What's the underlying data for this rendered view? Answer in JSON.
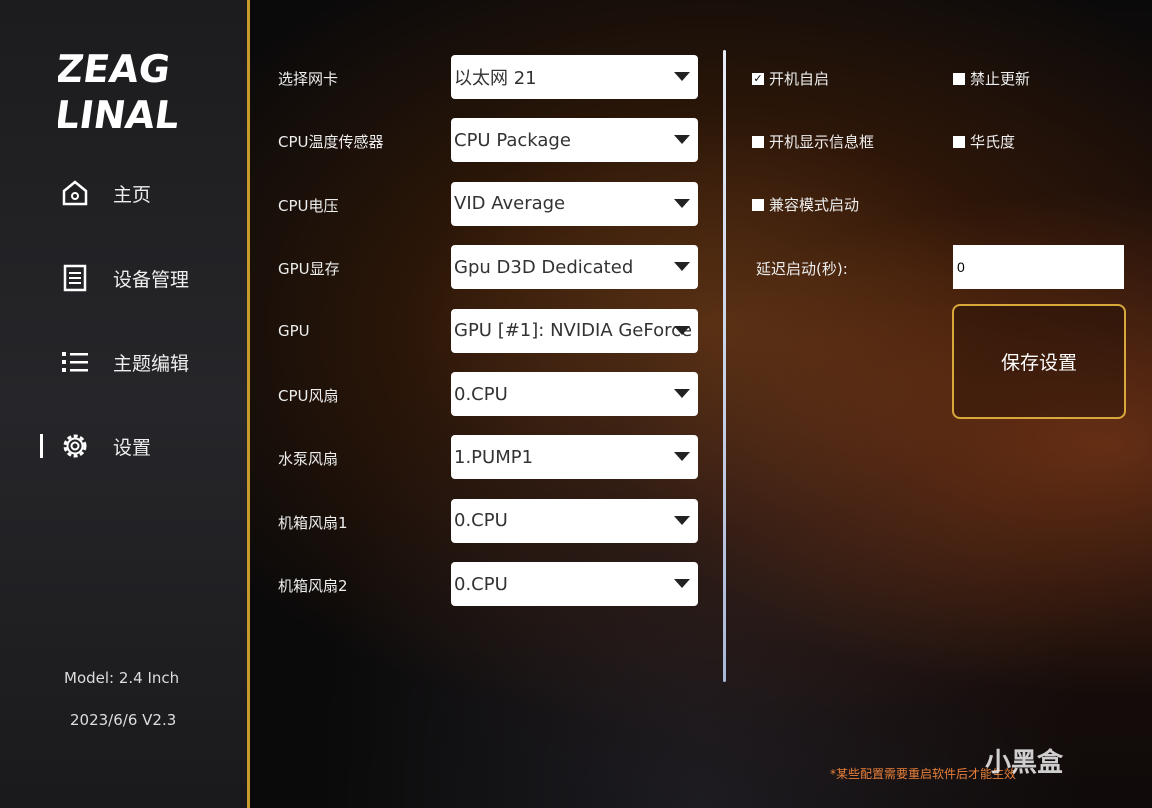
{
  "logo": "ZEAG LINAL",
  "sidebar": {
    "items": [
      {
        "label": "主页",
        "icon": "home-icon"
      },
      {
        "label": "设备管理",
        "icon": "document-icon"
      },
      {
        "label": "主题编辑",
        "icon": "list-icon"
      },
      {
        "label": "设置",
        "icon": "gear-icon",
        "active": true
      }
    ],
    "model": "Model: 2.4 Inch",
    "version": "2023/6/6 V2.3"
  },
  "settings": [
    {
      "label": "选择网卡",
      "value": "以太网 21"
    },
    {
      "label": "CPU温度传感器",
      "value": "CPU Package"
    },
    {
      "label": "CPU电压",
      "value": "VID Average"
    },
    {
      "label": "GPU显存",
      "value": "Gpu D3D Dedicated"
    },
    {
      "label": "GPU",
      "value": "GPU [#1]: NVIDIA GeForce"
    },
    {
      "label": "CPU风扇",
      "value": "0.CPU"
    },
    {
      "label": "水泵风扇",
      "value": "1.PUMP1"
    },
    {
      "label": "机箱风扇1",
      "value": "0.CPU"
    },
    {
      "label": "机箱风扇2",
      "value": "0.CPU"
    }
  ],
  "options": [
    {
      "label": "开机自启",
      "checked": true
    },
    {
      "label": "禁止更新",
      "checked": false
    },
    {
      "label": "开机显示信息框",
      "checked": false
    },
    {
      "label": "华氏度",
      "checked": false
    },
    {
      "label": "兼容模式启动",
      "checked": false
    }
  ],
  "delay": {
    "label": "延迟启动(秒):",
    "value": "0"
  },
  "save_label": "保存设置",
  "note": "*某些配置需要重启软件后才能生效",
  "watermark": "小黑盒",
  "colors": {
    "accent": "#d8a83a",
    "note": "#e8803a"
  }
}
